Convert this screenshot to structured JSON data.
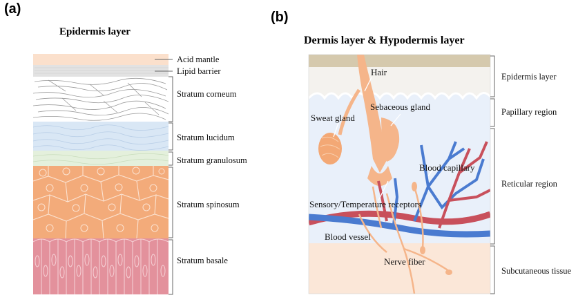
{
  "panel_a": {
    "label": "(a)",
    "title": "Epidermis layer",
    "layers": [
      "Acid mantle",
      "Lipid barrier",
      "Stratum corneum",
      "Stratum lucidum",
      "Stratum granulosum",
      "Stratum spinosum",
      "Stratum basale"
    ]
  },
  "panel_b": {
    "label": "(b)",
    "title": "Dermis layer & Hypodermis layer",
    "inner_labels": {
      "hair": "Hair",
      "sebaceous_gland": "Sebaceous gland",
      "sweat_gland": "Sweat gland",
      "blood_capillary": "Blood capillary",
      "receptors": "Sensory/Temperature receptors",
      "blood_vessel": "Blood vessel",
      "nerve_fiber": "Nerve fiber"
    },
    "regions": [
      "Epidermis layer",
      "Papillary region",
      "Reticular region",
      "Subcutaneous tissue"
    ]
  },
  "colors": {
    "acid_mantle": "#fbe0cc",
    "lipid_barrier": "#e0e0e0",
    "lucidum": "#d9e7f5",
    "granulosum": "#e3f0dc",
    "spinosum": "#f3ab7a",
    "basale": "#e3919c",
    "hair": "#f5b58a",
    "artery": "#c8505c",
    "vein": "#4a7bd0",
    "dermis_bg": "#e9f0fa",
    "hypodermis_bg": "#fbe7d8",
    "epidermis_b": "#d5c9ad"
  }
}
